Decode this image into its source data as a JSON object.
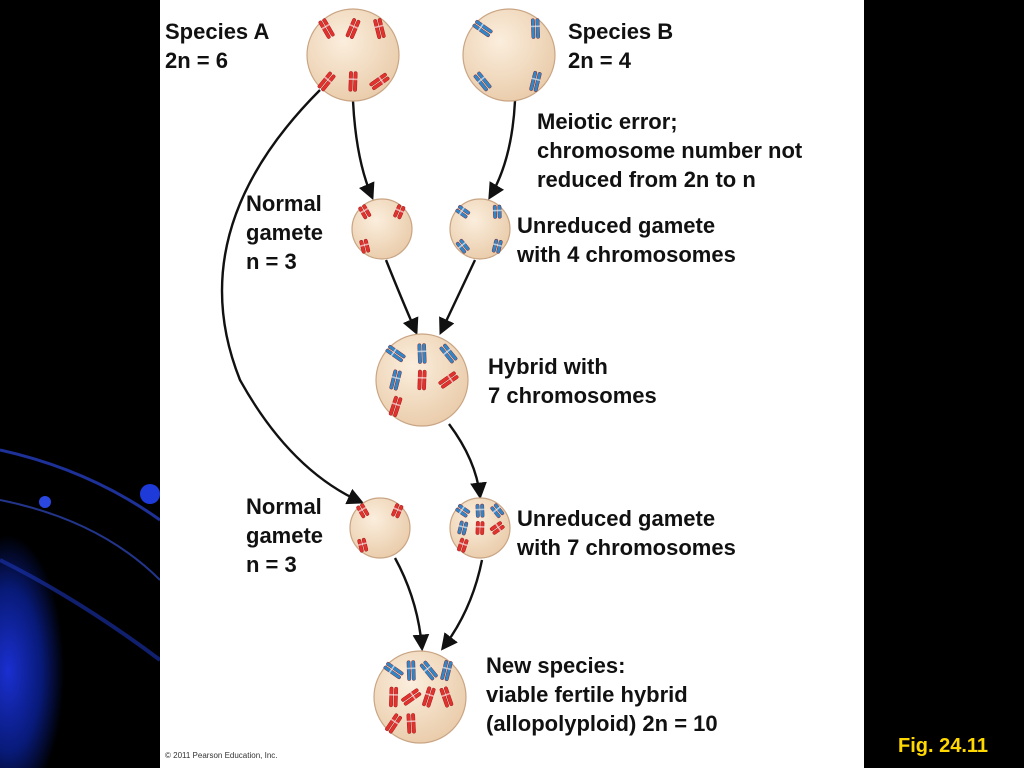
{
  "figure_ref": "Fig. 24.11",
  "copyright": "© 2011 Pearson Education, Inc.",
  "colors": {
    "species_a_chromosome": "#e2312f",
    "species_b_chromosome": "#2f86c8",
    "cell_fill": "#f2dcc6",
    "figure_ref_text": "#ffd800",
    "slide_background": "#000000",
    "panel_background": "#ffffff"
  },
  "labels": {
    "species_a": [
      "Species A",
      "2n = 6"
    ],
    "species_b": [
      "Species B",
      "2n = 4"
    ],
    "meiotic_error": [
      "Meiotic error;",
      "chromosome number not",
      "reduced from 2n to n"
    ],
    "normal_gamete_1": [
      "Normal",
      "gamete",
      "n = 3"
    ],
    "unreduced_gamete_4": [
      "Unreduced gamete",
      "with 4 chromosomes"
    ],
    "hybrid": [
      "Hybrid with",
      "7 chromosomes"
    ],
    "normal_gamete_2": [
      "Normal",
      "gamete",
      "n = 3"
    ],
    "unreduced_gamete_7": [
      "Unreduced gamete",
      "with 7 chromosomes"
    ],
    "new_species": [
      "New species:",
      "viable fertile hybrid",
      "(allopolyploid) 2n = 10"
    ]
  },
  "cells": [
    {
      "name": "species-a-cell",
      "red": 6,
      "blue": 0
    },
    {
      "name": "species-b-cell",
      "red": 0,
      "blue": 4
    },
    {
      "name": "normal-gamete-cell-1",
      "red": 3,
      "blue": 0
    },
    {
      "name": "unreduced-gamete-cell-4",
      "red": 0,
      "blue": 4
    },
    {
      "name": "hybrid-cell",
      "red": 3,
      "blue": 4
    },
    {
      "name": "normal-gamete-cell-2",
      "red": 3,
      "blue": 0
    },
    {
      "name": "unreduced-gamete-cell-7",
      "red": 3,
      "blue": 4
    },
    {
      "name": "new-species-cell",
      "red": 6,
      "blue": 4
    }
  ]
}
